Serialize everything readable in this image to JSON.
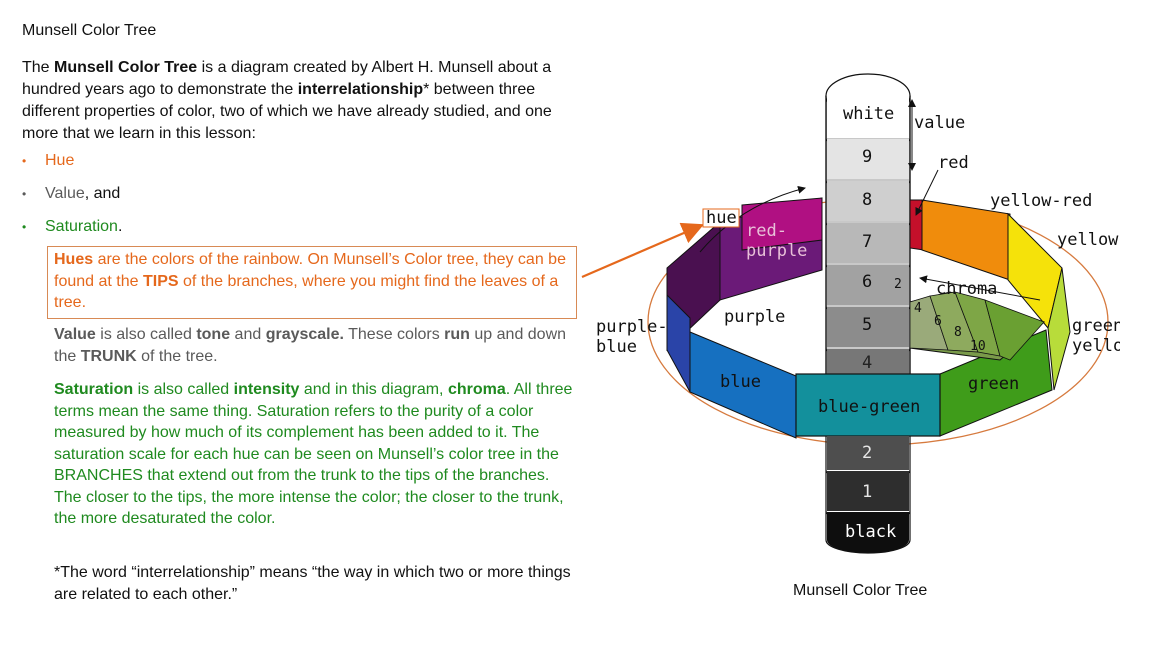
{
  "page_title": "Munsell Color Tree",
  "intro": {
    "t1": "The ",
    "b1": "Munsell Color Tree",
    "t2": " is a diagram created by Albert H. Munsell about a hundred years ago to demonstrate the ",
    "b2": "interrelationship",
    "t3": "* between three different properties of color, two of which we have already studied, and one more that we learn in this lesson:"
  },
  "bullets": {
    "hue": "Hue",
    "value": "Value",
    "value_suffix": ", and",
    "saturation": "Saturation",
    "saturation_suffix": "."
  },
  "hue_para": {
    "b1": "Hues",
    "t1": " are the colors of the rainbow. On Munsell’s Color tree, they can be found at the ",
    "b2": "TIPS",
    "t2": " of the branches, where you might find the leaves of a tree."
  },
  "value_para": {
    "b1": "Value",
    "t1": " is also called ",
    "b2": "tone",
    "t2": " and ",
    "b3": "grayscale.",
    "t3": " These colors ",
    "b4": "run",
    "t4": " up and down the ",
    "b5": "TRUNK",
    "t5": " of the tree."
  },
  "sat_para": {
    "b1": "Saturation",
    "t1": " is also called ",
    "b2": "intensity",
    "t2": " and in this diagram, ",
    "b3": "chroma",
    "t3": ". All three terms mean the same thing. Saturation refers to the purity of a color measured by how much of its complement has been added to it. The saturation scale for each hue can be seen on Munsell’s color tree in the BRANCHES that extend out from the trunk to the tips of the branches.  The closer to the tips, the more intense the color; the closer to the trunk, the more desaturated the color."
  },
  "footnote": "*The word “interrelationship” means “the way in which two or more things are related to each other.”",
  "diagram": {
    "white": "white",
    "black": "black",
    "value": "value",
    "hue": "hue",
    "chroma": "chroma",
    "trunk_numbers": [
      "9",
      "8",
      "7",
      "6",
      "5",
      "4",
      "2",
      "1"
    ],
    "chroma_numbers": [
      "2",
      "4",
      "6",
      "8",
      "10"
    ],
    "hues": {
      "red": "red",
      "yellow_red": "yellow-red",
      "yellow": "yellow",
      "green_yellow_1": "green-",
      "green_yellow_2": "yellow",
      "green": "green",
      "blue_green": "blue-green",
      "blue": "blue",
      "purple_blue_1": "purple-",
      "purple_blue_2": "blue",
      "purple": "purple",
      "red_purple_1": "red-",
      "red_purple_2": "purple"
    }
  },
  "caption": "Munsell Color Tree",
  "colors": {
    "orange_text": "#e5681c",
    "grey_text": "#5a5a5a",
    "green_text": "#1f8a1f",
    "red": "#c4102a",
    "yellow_red": "#f08c0c",
    "yellow": "#f5e20a",
    "green_yellow": "#b8dc3a",
    "green": "#3f9c1a",
    "blue_green": "#13909c",
    "blue": "#1670c0",
    "purple_blue": "#2a44a8",
    "purple": "#6b1a78",
    "red_purple": "#b01082"
  }
}
